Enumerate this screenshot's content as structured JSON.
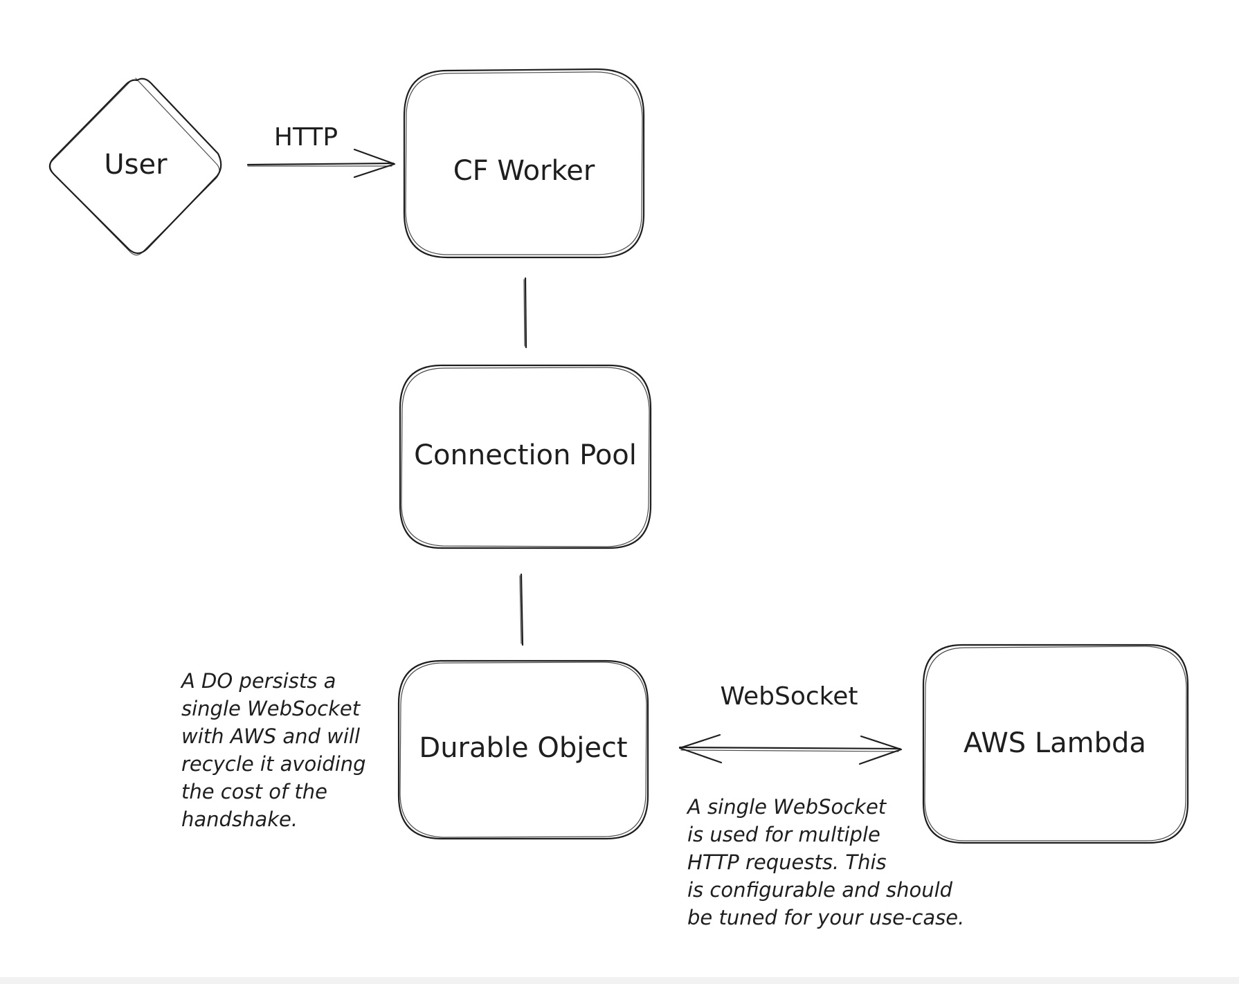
{
  "nodes": {
    "user": {
      "label": "User",
      "shape": "diamond"
    },
    "cf_worker": {
      "label": "CF Worker",
      "shape": "rounded-rect"
    },
    "connection_pool": {
      "label": "Connection Pool",
      "shape": "rounded-rect"
    },
    "durable_object": {
      "label": "Durable Object",
      "shape": "rounded-rect"
    },
    "aws_lambda": {
      "label": "AWS Lambda",
      "shape": "rounded-rect"
    }
  },
  "edges": [
    {
      "from": "User",
      "to": "CF Worker",
      "label": "HTTP",
      "arrow": "forward"
    },
    {
      "from": "CF Worker",
      "to": "Connection Pool",
      "label": "",
      "arrow": "none"
    },
    {
      "from": "Connection Pool",
      "to": "Durable Object",
      "label": "",
      "arrow": "none"
    },
    {
      "from": "Durable Object",
      "to": "AWS Lambda",
      "label": "WebSocket",
      "arrow": "both"
    }
  ],
  "labels": {
    "http": "HTTP",
    "websocket": "WebSocket"
  },
  "notes": {
    "durable_object": "A DO persists a\nsingle WebSocket\nwith AWS and will\nrecycle it avoiding\nthe cost of the\nhandshake.",
    "websocket": "A single WebSocket\nis used for multiple\nHTTP requests. This\nis configurable and should\nbe tuned for your use-case."
  },
  "colors": {
    "stroke": "#1e1e1e",
    "background": "#ffffff"
  }
}
